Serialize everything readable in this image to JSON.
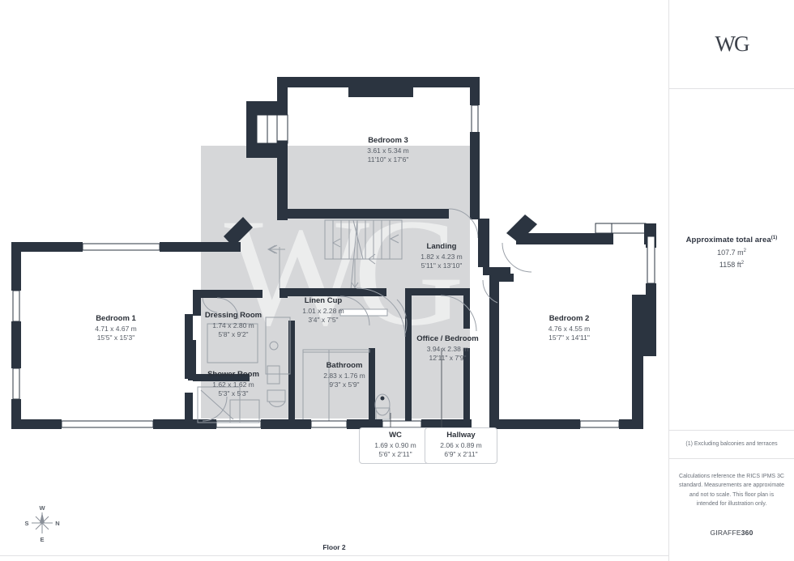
{
  "document": {
    "type": "floor-plan",
    "floor_label": "Floor 2"
  },
  "sidebar": {
    "brand_logo": "WG",
    "area": {
      "title": "Approximate total area",
      "title_superscript": "(1)",
      "metric": "107.7 m",
      "metric_superscript": "2",
      "imperial": "1158 ft",
      "imperial_superscript": "2"
    },
    "footnote": "(1) Excluding balconies and terraces",
    "disclaimer": "Calculations reference the RICS IPMS 3C standard. Measurements are approximate and not to scale. This floor plan is intended for illustration only.",
    "provider_logo_prefix": "GIRAFFE",
    "provider_logo_suffix": "360"
  },
  "compass": {
    "top": "W",
    "right": "N",
    "bottom": "E",
    "left": "S"
  },
  "watermark": "WG",
  "rooms": [
    {
      "id": "bedroom-3",
      "name": "Bedroom 3",
      "metric": "3.61 x 5.34 m",
      "imperial": "11'10\" x 17'6\""
    },
    {
      "id": "landing",
      "name": "Landing",
      "metric": "1.82 x 4.23 m",
      "imperial": "5'11\" x 13'10\""
    },
    {
      "id": "bedroom-1",
      "name": "Bedroom 1",
      "metric": "4.71 x 4.67 m",
      "imperial": "15'5\" x 15'3\""
    },
    {
      "id": "bedroom-2",
      "name": "Bedroom 2",
      "metric": "4.76 x 4.55 m",
      "imperial": "15'7\" x 14'11\""
    },
    {
      "id": "dressing-room",
      "name": "Dressing Room",
      "metric": "1.74 x 2.80 m",
      "imperial": "5'8\" x 9'2\""
    },
    {
      "id": "linen-cup",
      "name": "Linen Cup",
      "metric": "1.01 x 2.28 m",
      "imperial": "3'4\" x 7'5\""
    },
    {
      "id": "shower-room",
      "name": "Shower Room",
      "metric": "1.62 x 1.62 m",
      "imperial": "5'3\" x 5'3\""
    },
    {
      "id": "bathroom",
      "name": "Bathroom",
      "metric": "2.83 x 1.76 m",
      "imperial": "9'3\" x 5'9\""
    },
    {
      "id": "office-bedroom",
      "name": "Office / Bedroom",
      "metric": "3.94 x 2.38 m",
      "imperial": "12'11\" x 7'9\""
    }
  ],
  "callouts": [
    {
      "id": "wc",
      "name": "WC",
      "metric": "1.69 x 0.90 m",
      "imperial": "5'6\" x 2'11\""
    },
    {
      "id": "hallway",
      "name": "Hallway",
      "metric": "2.06 x 0.89 m",
      "imperial": "6'9\" x 2'11\""
    }
  ],
  "colors": {
    "wall": "#2b3440",
    "shade": "#d6d7d9",
    "fixture_stroke": "#9aa0a8",
    "border": "#e2e2e4",
    "text_dark": "#2b3038",
    "text_muted": "#565c65"
  }
}
